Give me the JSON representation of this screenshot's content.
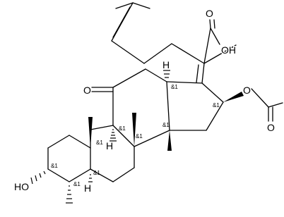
{
  "molecule": {
    "atoms": {
      "ketone_o": "O",
      "acid_o": "O",
      "acid_oh": "OH",
      "ester_o": "O",
      "ester_carbonyl_o": "O",
      "hydroxyl": "HO",
      "h_13": "H",
      "h_9": "H",
      "h_5": "H"
    },
    "stereo_labels": {
      "c13": "&1",
      "c16": "&1",
      "c14": "&1",
      "c9": "&1",
      "c8": "&1",
      "c10": "&1",
      "c3": "&1",
      "c4": "&1",
      "c5": "&1"
    }
  }
}
